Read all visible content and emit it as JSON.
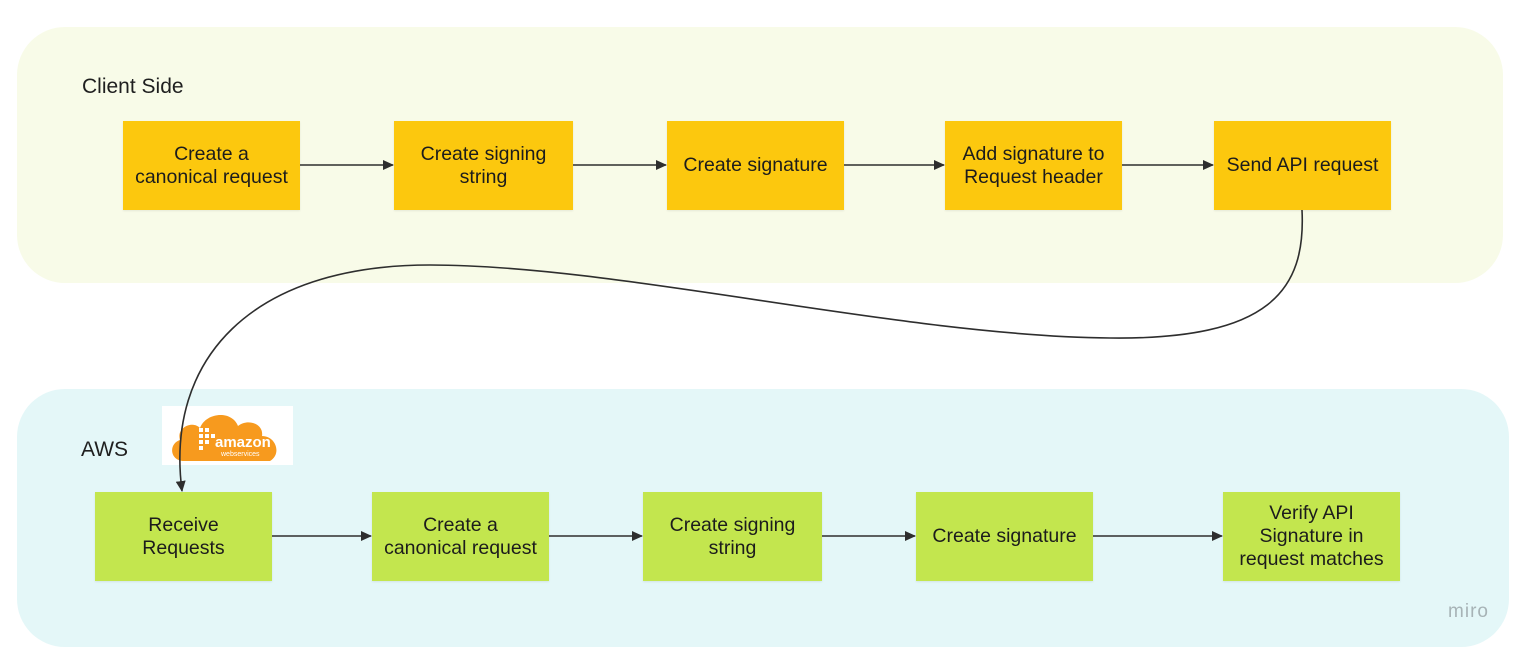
{
  "zones": {
    "client": {
      "title": "Client Side"
    },
    "aws": {
      "title": "AWS"
    }
  },
  "client_steps": [
    "Create a\ncanonical request",
    "Create signing\nstring",
    "Create signature",
    "Add signature to\nRequest header",
    "Send API request"
  ],
  "aws_steps": [
    "Receive\nRequests",
    "Create a\ncanonical request",
    "Create signing\nstring",
    "Create signature",
    "Verify API\nSignature in\nrequest matches"
  ],
  "logo": {
    "wordmark": "amazon",
    "subtext": "webservices"
  },
  "watermark": "miro",
  "colors": {
    "client_zone": "#f8fbe8",
    "aws_zone": "#e4f7f8",
    "client_box": "#fcc80e",
    "aws_box": "#c3e64e",
    "arrow": "#2e2e2e",
    "aws_orange": "#f79a1e"
  }
}
